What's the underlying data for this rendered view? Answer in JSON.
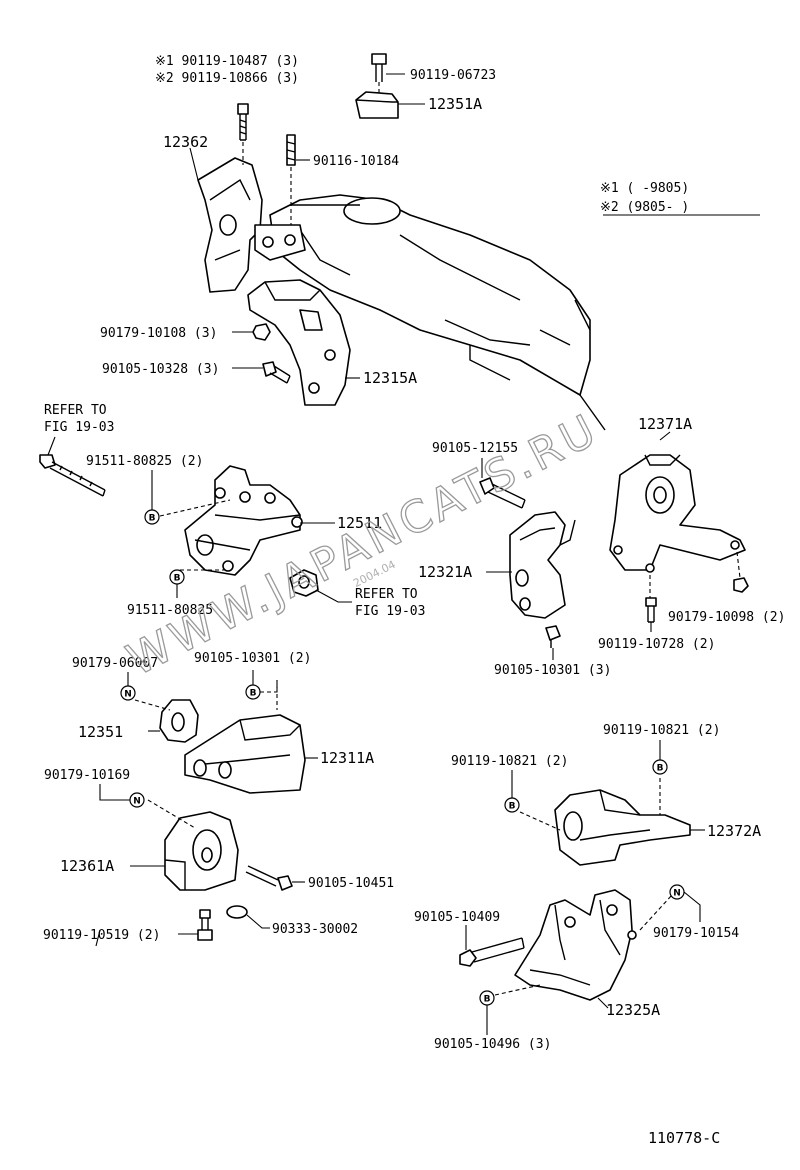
{
  "labels": {
    "note1": "※1 90119-10487 (3)",
    "note2": "※2 90119-10866 (3)",
    "p90119_06723": "90119-06723",
    "p12351A": "12351A",
    "p12362": "12362",
    "p90116_10184": "90116-10184",
    "legend1": "※1 (     -9805)",
    "legend2": "※2 (9805-     )",
    "p90179_10108": "90179-10108 (3)",
    "p90105_10328": "90105-10328 (3)",
    "p12315A": "12315A",
    "refer1a": "REFER TO",
    "refer1b": "FIG 19-03",
    "p91511_80825_2": "91511-80825 (2)",
    "p12511": "12511",
    "p91511_80825": "91511-80825",
    "refer2a": "REFER TO",
    "refer2b": "FIG 19-03",
    "p90105_12155": "90105-12155",
    "p12371A": "12371A",
    "p12321A": "12321A",
    "p90179_10098": "90179-10098 (2)",
    "p90119_10728": "90119-10728 (2)",
    "p90105_10301_3": "90105-10301 (3)",
    "p90179_06007": "90179-06007",
    "p90105_10301_2": "90105-10301 (2)",
    "p12351": "12351",
    "p12311A": "12311A",
    "p90179_10169": "90179-10169",
    "p12361A": "12361A",
    "p90105_10451": "90105-10451",
    "p90119_10519": "90119-10519 (2)",
    "p90333_30002": "90333-30002",
    "p90119_10821_r": "90119-10821 (2)",
    "p90119_10821_l": "90119-10821 (2)",
    "p12372A": "12372A",
    "p90105_10409": "90105-10409",
    "p90179_10154": "90179-10154",
    "p12325A": "12325A",
    "p90105_10496": "90105-10496 (3)",
    "figure_code": "110778-C"
  },
  "badges": {
    "bolt": "B",
    "nut": "N"
  },
  "watermark": {
    "text": "WWW.JAPANCATS.RU",
    "small": "2004.04"
  }
}
